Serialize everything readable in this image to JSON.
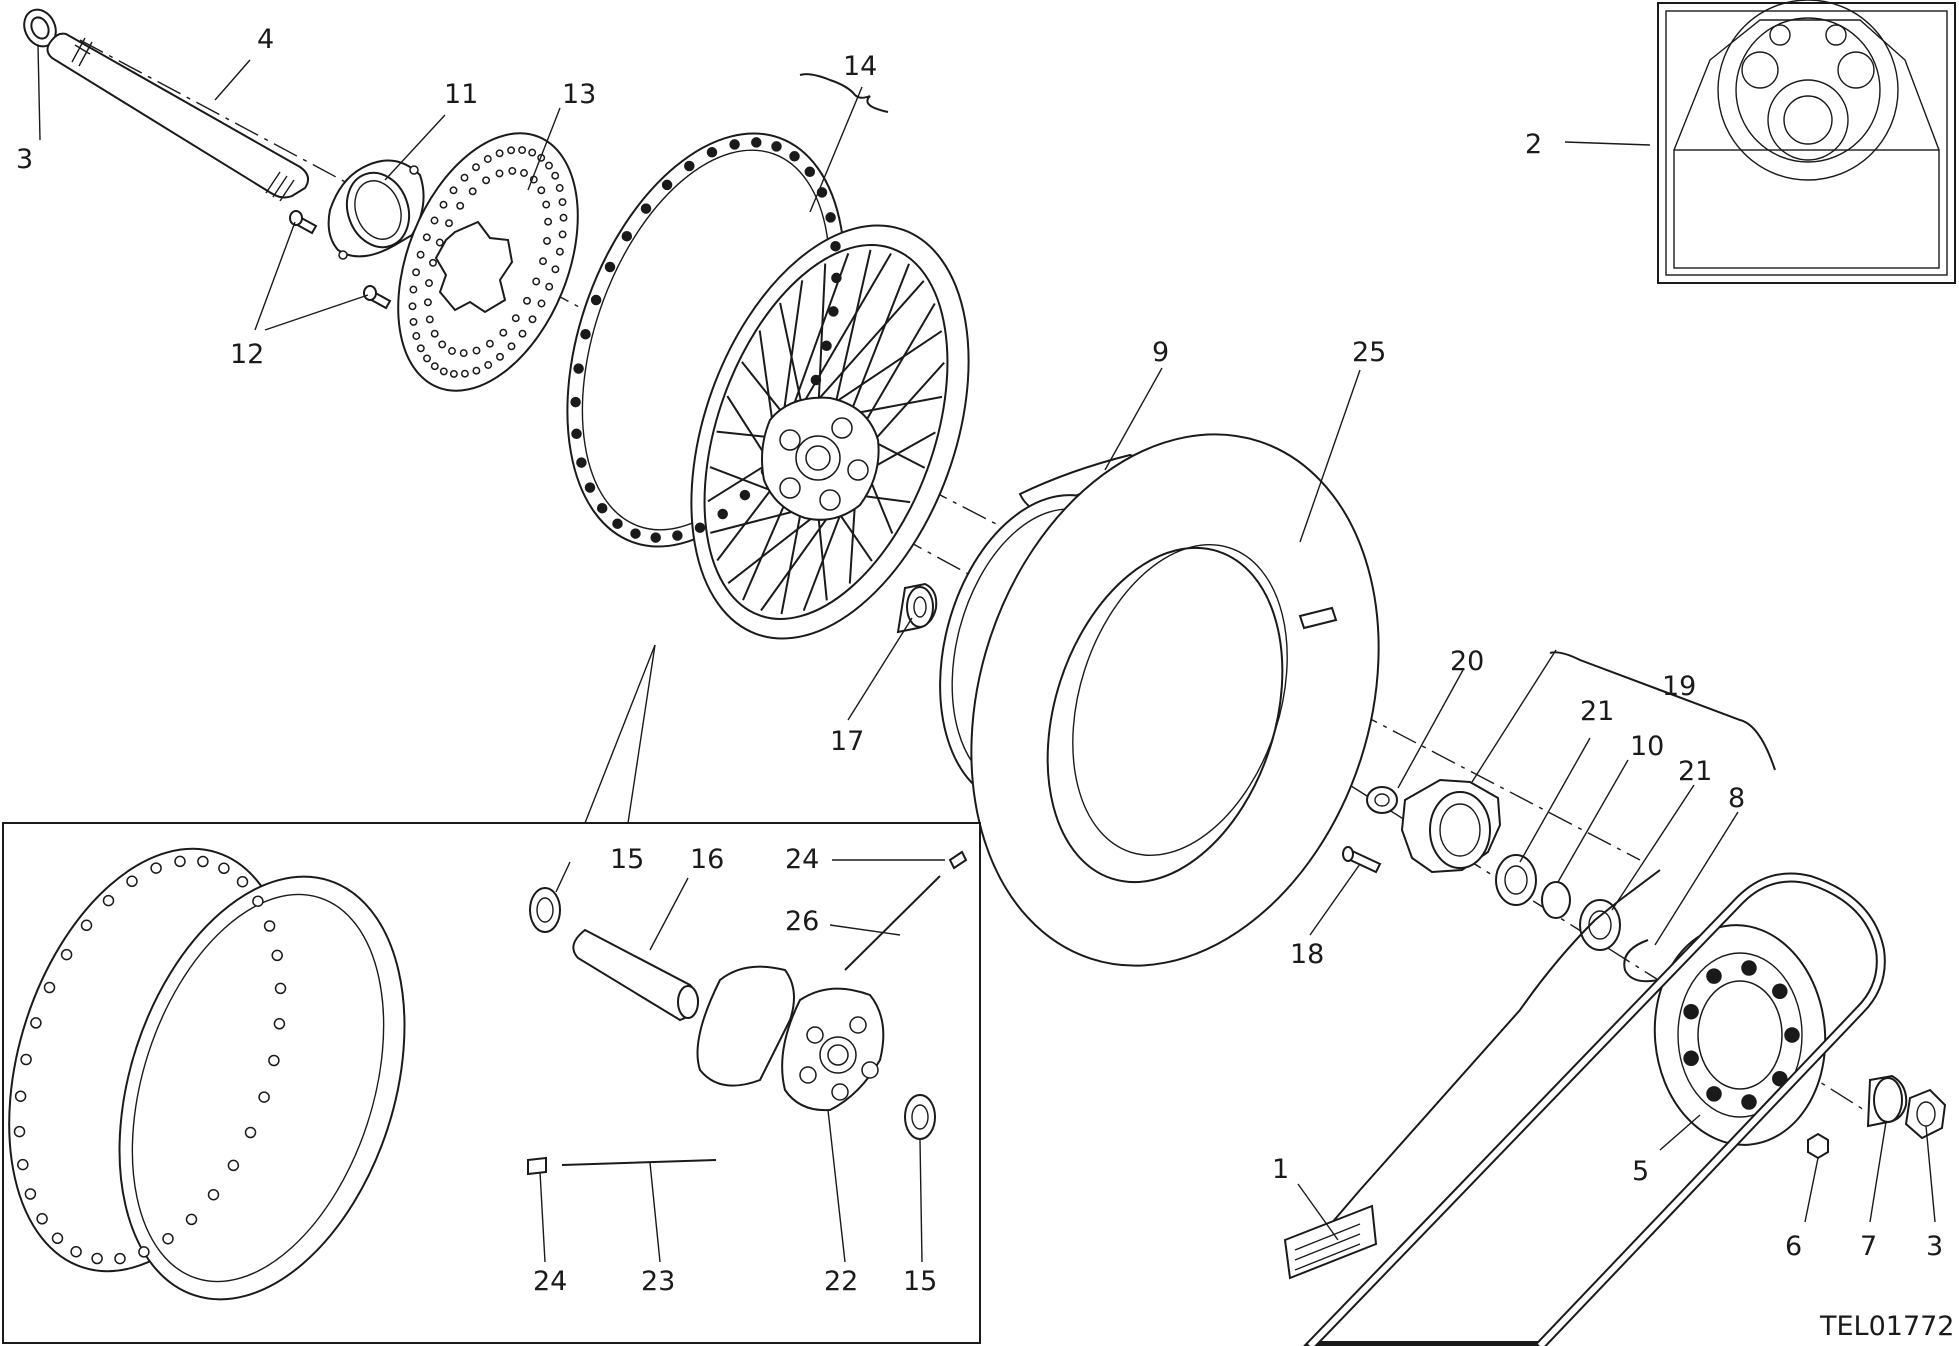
{
  "diagram": {
    "drawing_code": "TEL01772",
    "callouts": {
      "c1": "1",
      "c2": "2",
      "c3a": "3",
      "c3b": "3",
      "c4": "4",
      "c5": "5",
      "c6": "6",
      "c7": "7",
      "c8": "8",
      "c9": "9",
      "c10": "10",
      "c11": "11",
      "c12": "12",
      "c13": "13",
      "c14": "14",
      "c15a": "15",
      "c15b": "15",
      "c16": "16",
      "c17": "17",
      "c18": "18",
      "c19": "19",
      "c20": "20",
      "c21a": "21",
      "c21b": "21",
      "c22": "22",
      "c23": "23",
      "c24a": "24",
      "c24b": "24",
      "c25": "25",
      "c26": "26"
    }
  }
}
